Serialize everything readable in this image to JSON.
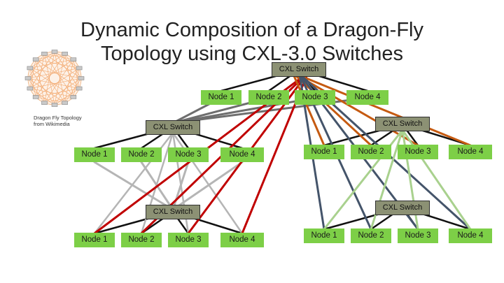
{
  "slide": {
    "title_line1": "Dynamic Composition of a Dragon-Fly",
    "title_line2": "Topology using CXL-3.0 Switches",
    "caption": "Dragon Fly Topology from Wikimedia"
  },
  "switch_label": "CXL Switch",
  "node_labels": [
    "Node 1",
    "Node 2",
    "Node 3",
    "Node 4"
  ],
  "colors": {
    "node_fill": "#7dcf47",
    "switch_fill": "#8c9174",
    "link_black": "#111111",
    "link_grey": "#6e6e6e",
    "link_light_grey": "#b5b5b5",
    "link_red": "#c00000",
    "link_orange": "#c55a11",
    "link_slate": "#44546a",
    "link_light_green": "#a9d18e"
  }
}
